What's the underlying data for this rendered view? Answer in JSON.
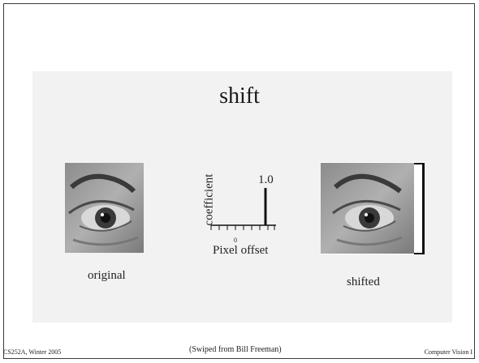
{
  "slide": {
    "title": "shift",
    "caption_left": "original",
    "caption_right": "shifted",
    "plot": {
      "y_label": "coefficient",
      "value_label": "1.0",
      "zero_label": "0",
      "x_label": "Pixel offset"
    },
    "footer": {
      "left": "CS252A, Winter 2005",
      "center": "(Swiped from Bill Freeman)",
      "right": "Computer Vision I"
    }
  },
  "icons": {
    "image_left": "eye-photo",
    "image_right": "eye-photo-shifted"
  }
}
